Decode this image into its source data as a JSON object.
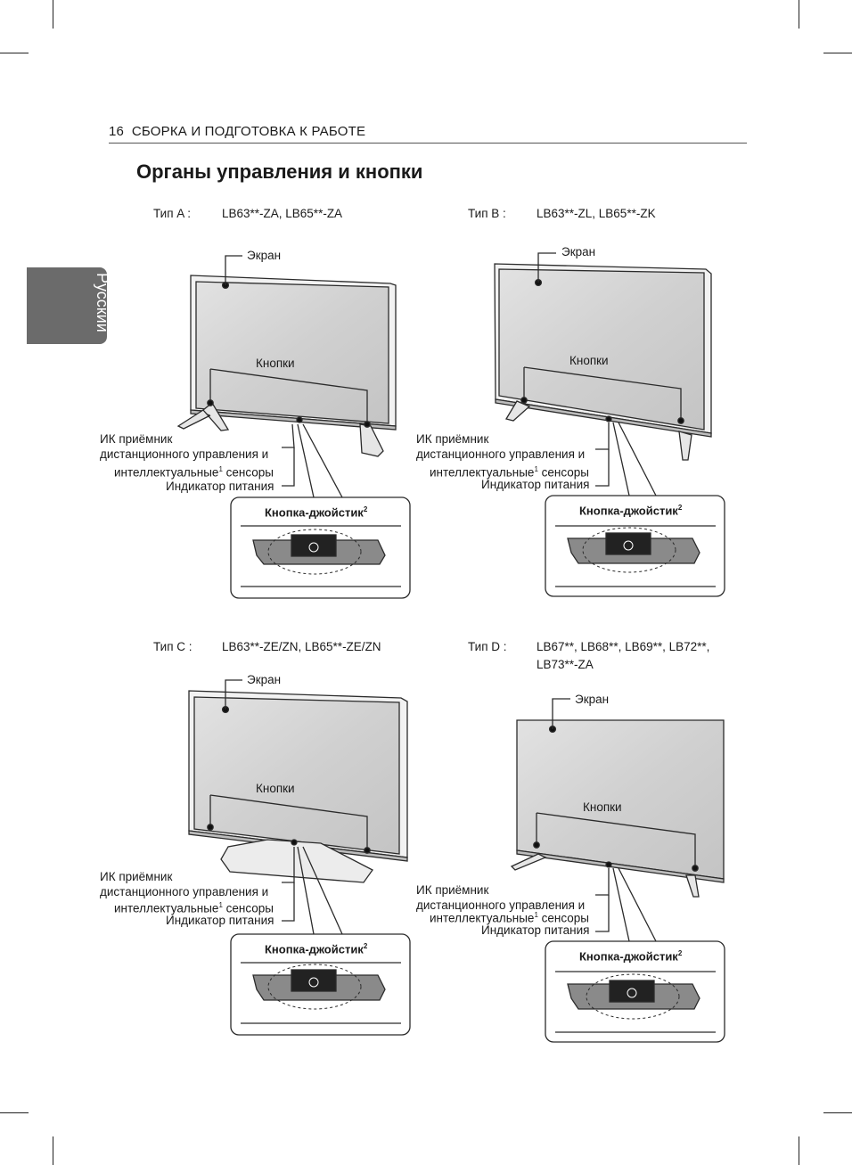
{
  "header": {
    "page_number": "16",
    "section": "СБОРКА И ПОДГОТОВКА К РАБОТЕ"
  },
  "side_tab": "Русский",
  "title": "Органы управления и кнопки",
  "types": [
    {
      "label": "Тип A :",
      "models": "LB63**-ZA, LB65**-ZA",
      "models_line2": ""
    },
    {
      "label": "Тип B :",
      "models": "LB63**-ZL, LB65**-ZK",
      "models_line2": ""
    },
    {
      "label": "Тип C :",
      "models": "LB63**-ZE/ZN, LB65**-ZE/ZN",
      "models_line2": ""
    },
    {
      "label": "Тип D :",
      "models": "LB67**, LB68**, LB69**, LB72**,",
      "models_line2": "LB73**-ZA"
    }
  ],
  "labels": {
    "screen": "Экран",
    "buttons": "Кнопки",
    "ir_line1": "ИК приёмник",
    "ir_line2": "дистанционного управления и",
    "ir_line3": "интеллектуальные",
    "ir_line3_sup": "1",
    "ir_line3_end": "сенсоры",
    "power_indicator": "Индикатор питания",
    "joystick": "Кнопка-джойстик",
    "joystick_sup": "2"
  }
}
